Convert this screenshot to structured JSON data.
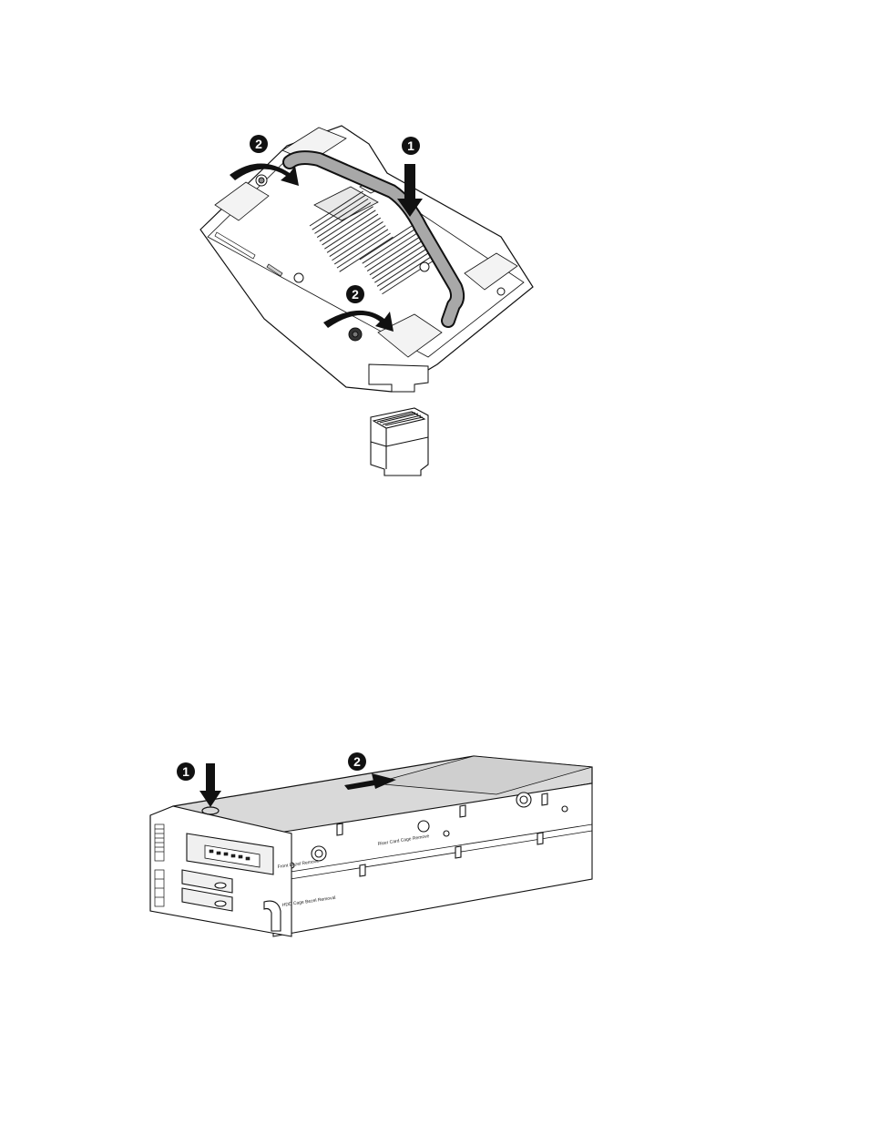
{
  "figures": {
    "top": {
      "callouts": [
        {
          "id": "step-1",
          "text": "1"
        },
        {
          "id": "step-2a",
          "text": "2"
        },
        {
          "id": "step-2b",
          "text": "2"
        }
      ]
    },
    "bottom": {
      "callouts": [
        {
          "id": "step-1",
          "text": "1"
        },
        {
          "id": "step-2",
          "text": "2"
        }
      ],
      "labels": {
        "front_bezel": "Front Bezel Remove",
        "riser_cage": "Riser Card Cage Remove",
        "hdd_cage": "HDD Cage Bezel Removal"
      }
    }
  }
}
